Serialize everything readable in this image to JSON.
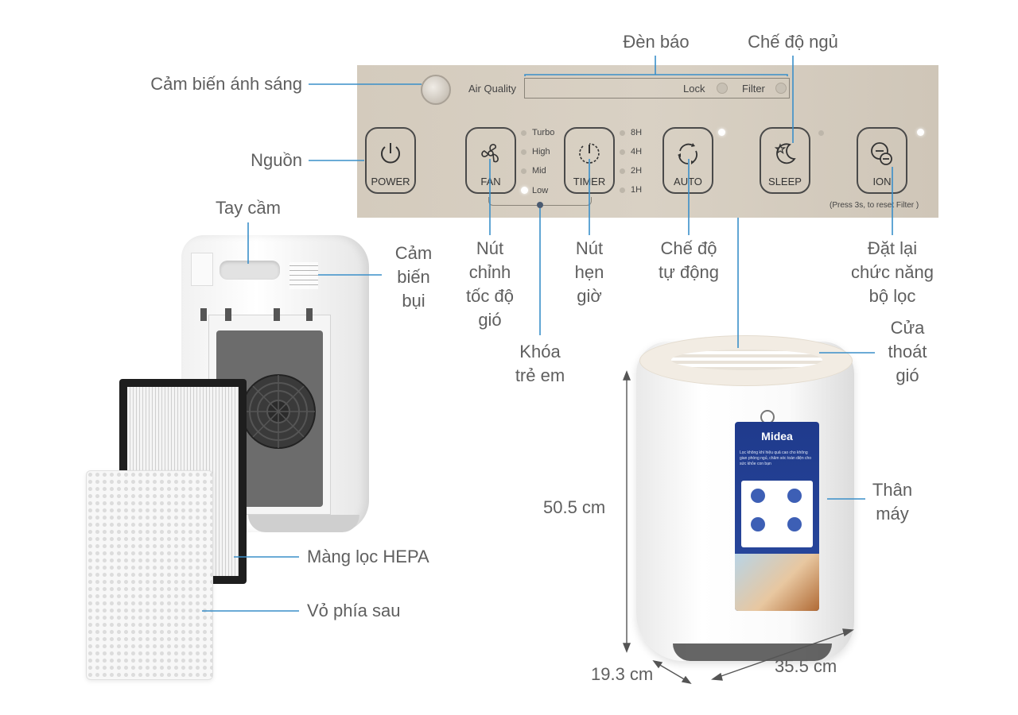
{
  "labels": {
    "light_sensor": "Cảm biến ánh sáng",
    "indicator": "Đèn báo",
    "sleep_mode": "Chế độ ngủ",
    "power": "Nguồn",
    "handle": "Tay cầm",
    "dust_sensor": "Cảm\nbiến\nbụi",
    "fan_speed_button": "Nút\nchỉnh\ntốc độ\ngió",
    "timer_button": "Nút\nhẹn\ngiờ",
    "auto_mode": "Chế độ\ntự động",
    "reset_filter": "Đặt lại\nchức năng\nbộ lọc",
    "child_lock": "Khóa\ntrẻ em",
    "air_outlet": "Cửa\nthoát\ngió",
    "body": "Thân\nmáy",
    "hepa_filter": "Màng lọc HEPA",
    "back_cover": "Vỏ phía sau"
  },
  "dimensions": {
    "height": "50.5 cm",
    "depth": "19.3 cm",
    "width": "35.5 cm"
  },
  "panel": {
    "air_quality": "Air Quality",
    "lock": "Lock",
    "filter": "Filter",
    "buttons": {
      "power": "POWER",
      "fan": "FAN",
      "timer": "TIMER",
      "auto": "AUTO",
      "sleep": "SLEEP",
      "ion": "ION"
    },
    "fan_levels": [
      "Turbo",
      "High",
      "Mid",
      "Low"
    ],
    "timer_levels": [
      "8H",
      "4H",
      "2H",
      "1H"
    ],
    "reset_note": "(Press 3s, to reset Filter )"
  },
  "product": {
    "brand": "Midea",
    "front_text": "Lọc không khí hiệu quả cao cho không gian phòng ngủ, chăm sóc toàn diện cho sức khỏe con bạn"
  },
  "colors": {
    "leader_line": "#3a8fc9",
    "panel_beige": "#d6cdbf",
    "front_label_blue": "#1f3a8c"
  }
}
